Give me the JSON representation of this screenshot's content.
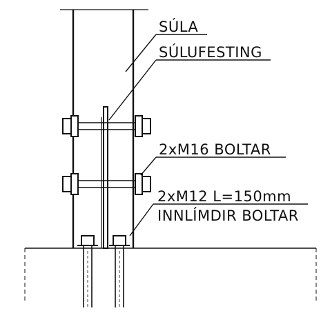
{
  "labels": {
    "sula": "SÚLA",
    "sulufesting": "SÚLUFESTING",
    "boltar_m16": "2xM16  BOLTAR",
    "boltar_m12": "2xM12  L=150mm",
    "innlimdir": "INNLÍMDIR  BOLTAR"
  },
  "colors": {
    "ink": "#111111",
    "paper": "#ffffff"
  }
}
